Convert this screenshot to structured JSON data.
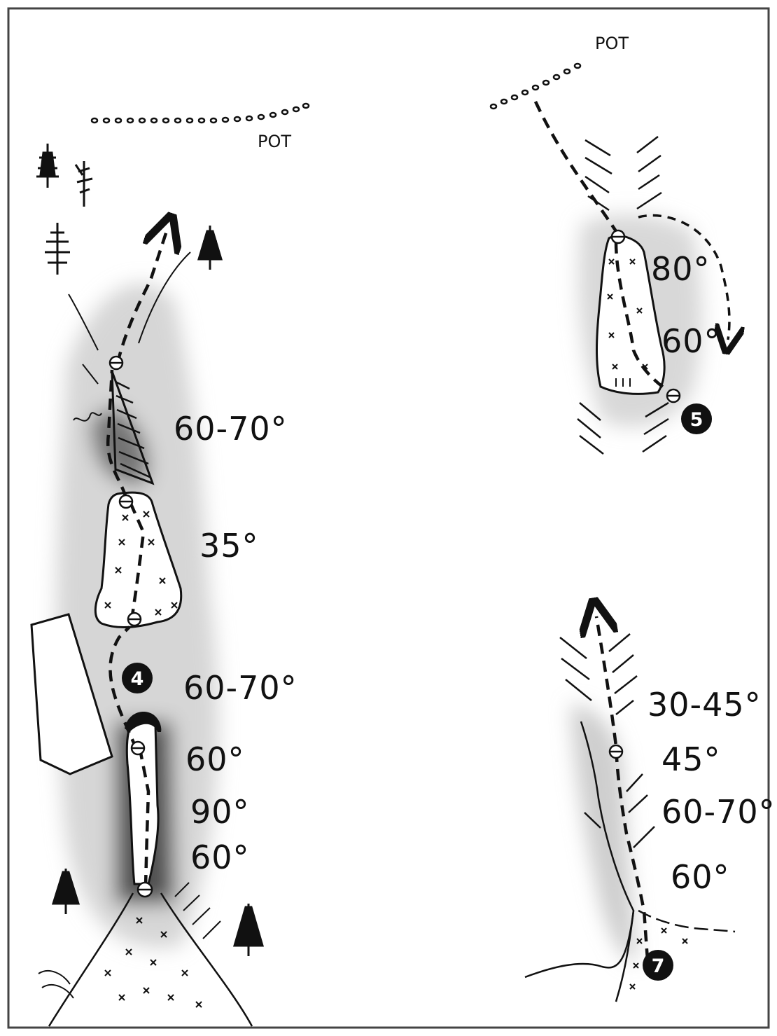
{
  "paths": {
    "left_top_path": "POT",
    "right_top_path": "POT"
  },
  "route_markers": {
    "route_4": "4",
    "route_5": "5",
    "route_7": "7"
  },
  "route_4_angles": {
    "a1": "60-70°",
    "a2": "35°",
    "a3": "60-70°",
    "a4": "60°",
    "a5": "90°",
    "a6": "60°"
  },
  "route_5_angles": {
    "a1": "80°",
    "a2": "60°"
  },
  "route_7_angles": {
    "a1": "30-45°",
    "a2": "45°",
    "a3": "60-70°",
    "a4": "60°"
  },
  "colors": {
    "ink": "#111111",
    "shade": "#bdbdbd",
    "paper": "#ffffff"
  }
}
